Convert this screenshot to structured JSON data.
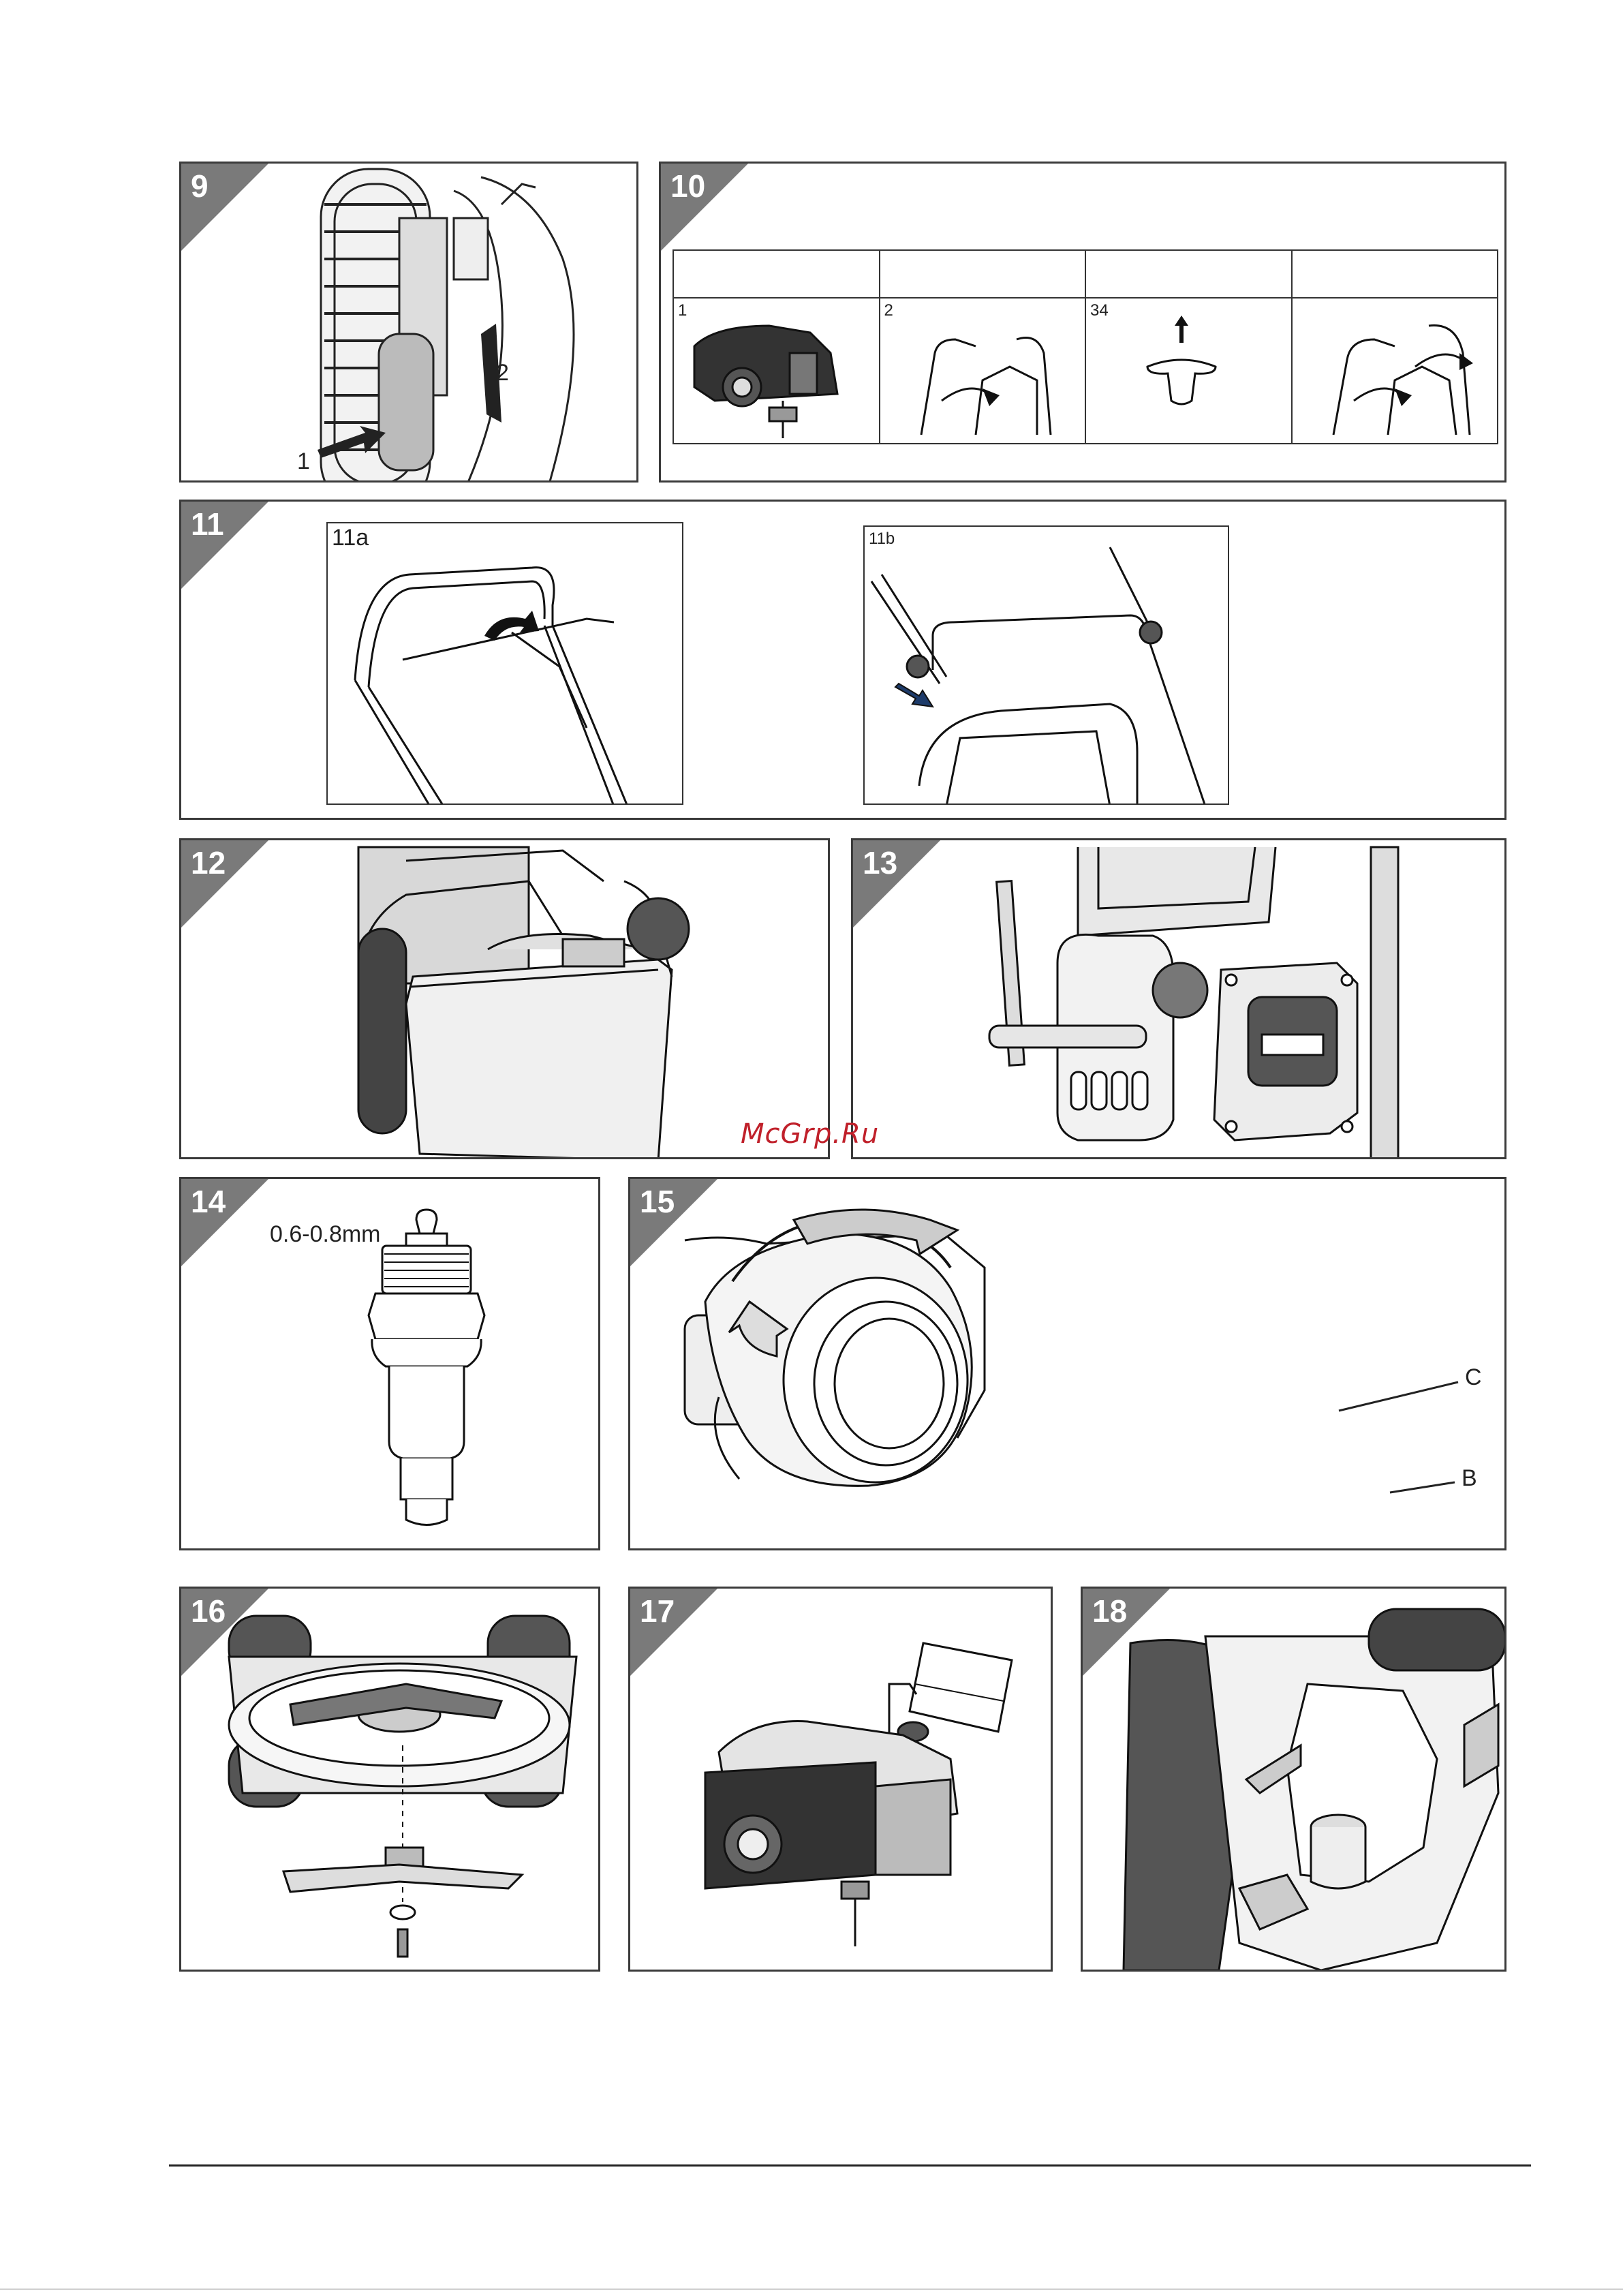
{
  "panels": {
    "p9": {
      "number": "9",
      "callouts": [
        "1",
        "2"
      ]
    },
    "p10": {
      "number": "10",
      "steps": [
        {
          "label": "1",
          "icon": "engine-icon"
        },
        {
          "label": "2",
          "icon": "handle-fold-icon"
        },
        {
          "label": "34",
          "icon": "t-handle-icon"
        },
        {
          "label": "",
          "icon": "handle-unfold-icon"
        }
      ]
    },
    "p11": {
      "number": "11",
      "sub_a": "11a",
      "sub_b": "11b"
    },
    "p12": {
      "number": "12"
    },
    "p13": {
      "number": "13"
    },
    "p14": {
      "number": "14",
      "gap_label": "0.6-0.8mm"
    },
    "p15": {
      "number": "15",
      "label_c": "C",
      "label_b": "B"
    },
    "p16": {
      "number": "16"
    },
    "p17": {
      "number": "17"
    },
    "p18": {
      "number": "18"
    }
  },
  "watermark": "McGrp.Ru"
}
